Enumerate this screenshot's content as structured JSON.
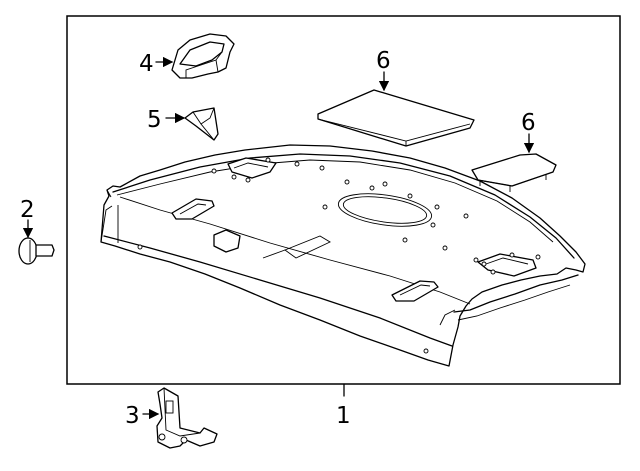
{
  "diagram": {
    "callouts": [
      {
        "id": "1",
        "label": "1"
      },
      {
        "id": "2",
        "label": "2"
      },
      {
        "id": "3",
        "label": "3"
      },
      {
        "id": "4",
        "label": "4"
      },
      {
        "id": "5",
        "label": "5"
      },
      {
        "id": "6a",
        "label": "6"
      },
      {
        "id": "6b",
        "label": "6"
      }
    ]
  }
}
